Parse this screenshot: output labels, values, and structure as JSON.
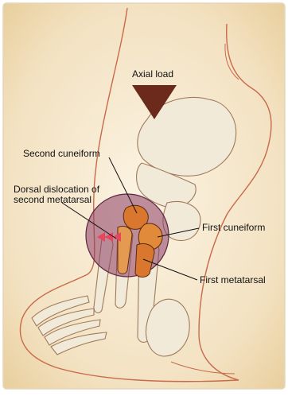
{
  "labels": {
    "axial_load": "Axial load",
    "second_cuneiform": "Second cuneiform",
    "dorsal_dislocation_line1": "Dorsal dislocation of",
    "dorsal_dislocation_line2": "second metatarsal",
    "first_cuneiform": "First cuneiform",
    "first_metatarsal": "First metatarsal"
  },
  "colors": {
    "parchment": "#f3e4c8",
    "vignette": "#e8cfa3",
    "outline": "#c96a4a",
    "bone_fill": "#f2ead8",
    "bone_stroke": "#a07a5a",
    "arrow": "#6b2a1c",
    "highlight_circle": "#8a3b63",
    "injury_orange": "#d9772e",
    "dislocation_arrow": "#e8465e"
  }
}
